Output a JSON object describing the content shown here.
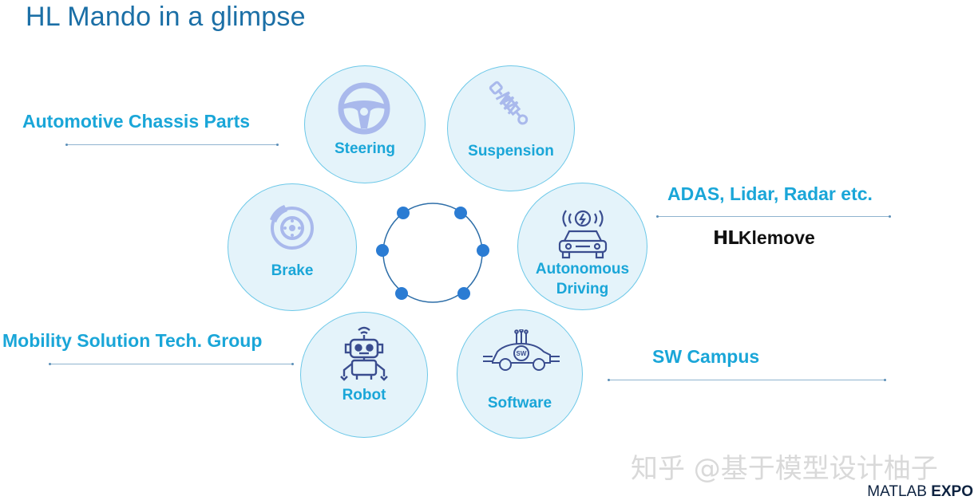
{
  "title": "HL Mando in a glimpse",
  "circles": {
    "steering": "Steering",
    "suspension": "Suspension",
    "brake": "Brake",
    "autonomous_line1": "Autonomous",
    "autonomous_line2": "Driving",
    "robot": "Robot",
    "software": "Software"
  },
  "side_labels": {
    "chassis": "Automotive Chassis Parts",
    "adas": "ADAS, Lidar, Radar etc.",
    "mobility": "Mobility Solution Tech. Group",
    "sw_campus": "SW Campus"
  },
  "klemove": {
    "logo": "HL",
    "name": "Klemove"
  },
  "software_icon_text": "SW",
  "watermark": "知乎 @基于模型设计柚子",
  "footer": {
    "brand": "MATLAB",
    "expo": "EXPO"
  },
  "colors": {
    "title": "#1b6fa6",
    "accent": "#1aa6d8",
    "circle_fill": "#e4f3fa",
    "circle_border": "#6cc8e8",
    "icon": "#a9b9ec",
    "hub": "#2b7cd3"
  },
  "icons": [
    "steering-wheel-icon",
    "shock-absorber-icon",
    "brake-disc-icon",
    "autonomous-car-icon",
    "robot-icon",
    "software-car-icon"
  ]
}
